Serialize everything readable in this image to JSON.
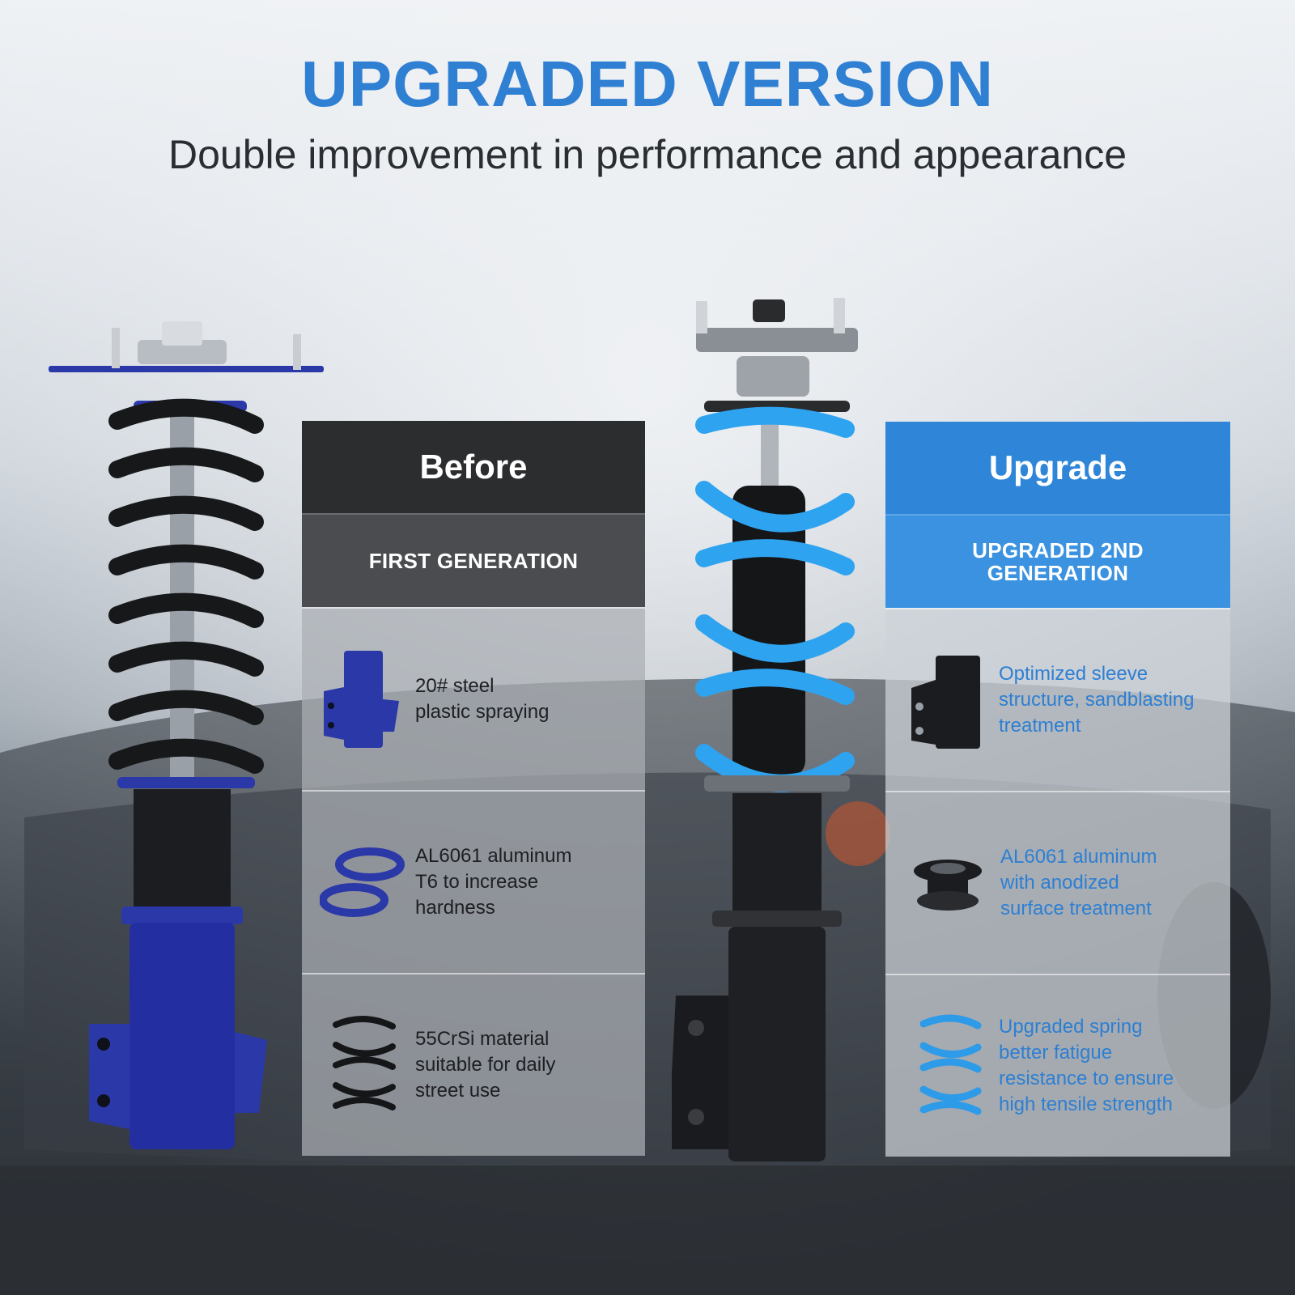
{
  "colors": {
    "accent": "#2f7fd2",
    "before_blue": "#2a38a8",
    "upgrade_blue": "#2e9be8"
  },
  "header": {
    "title": "UPGRADED VERSION",
    "subtitle": "Double improvement in performance and appearance"
  },
  "before": {
    "title": "Before",
    "subtitle": "FIRST GENERATION",
    "items": [
      {
        "icon": "sleeve-icon",
        "lines": [
          "20# steel",
          "plastic spraying"
        ]
      },
      {
        "icon": "spring-seat-ring-icon",
        "lines": [
          "AL6061 aluminum",
          "T6 to increase",
          "hardness"
        ]
      },
      {
        "icon": "coil-spring-icon",
        "lines": [
          "55CrSi material",
          "suitable for daily",
          "street use"
        ]
      }
    ]
  },
  "upgrade": {
    "title": "Upgrade",
    "subtitle_lines": [
      "UPGRADED 2ND",
      "GENERATION"
    ],
    "items": [
      {
        "icon": "sleeve-icon",
        "lines": [
          "Optimized sleeve",
          "structure, sandblasting",
          "treatment"
        ]
      },
      {
        "icon": "spring-seat-ring-icon",
        "lines": [
          "AL6061 aluminum",
          "with anodized",
          "surface treatment"
        ]
      },
      {
        "icon": "coil-spring-icon",
        "lines": [
          "Upgraded spring",
          "better fatigue",
          "resistance to ensure",
          "high tensile strength"
        ]
      }
    ]
  }
}
